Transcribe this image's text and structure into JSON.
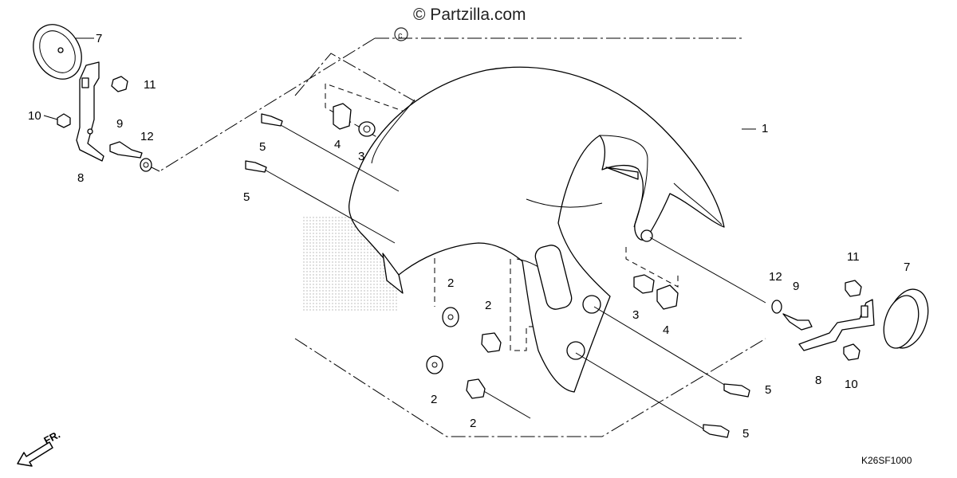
{
  "watermark": "© Partzilla.com",
  "diagram_code": "K26SF1000",
  "direction_label": "FR.",
  "callouts": {
    "c1": "1",
    "c2a": "2",
    "c2b": "2",
    "c2c": "2",
    "c2d": "2",
    "c3a": "3",
    "c3b": "3",
    "c4a": "4",
    "c4b": "4",
    "c5a": "5",
    "c5b": "5",
    "c5c": "5",
    "c5d": "5",
    "c7a": "7",
    "c7b": "7",
    "c8a": "8",
    "c8b": "8",
    "c9a": "9",
    "c9b": "9",
    "c10a": "10",
    "c10b": "10",
    "c11a": "11",
    "c11b": "11",
    "c12a": "12",
    "c12b": "12"
  }
}
